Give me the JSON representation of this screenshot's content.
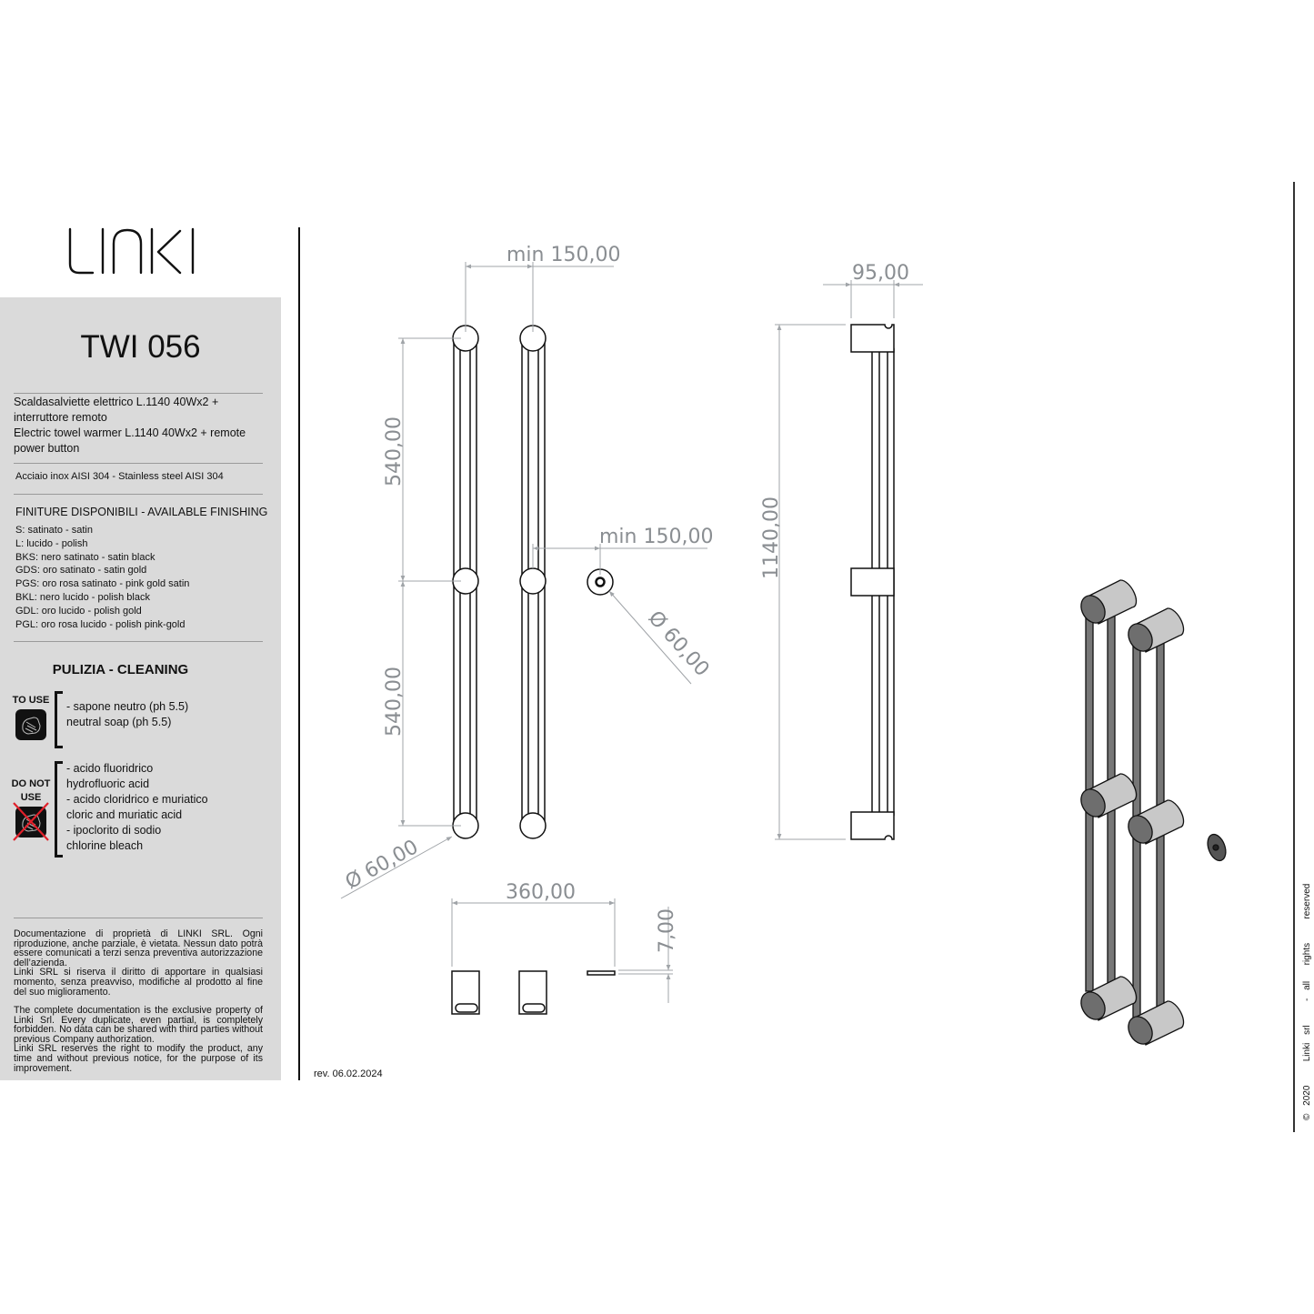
{
  "brand": {
    "logo_text": "LINKI"
  },
  "product": {
    "code": "TWI 056",
    "description_it": "Scaldasalviette elettrico L.1140 40Wx2 + interruttore remoto",
    "description_en": "Electric towel warmer L.1140 40Wx2 + remote power button",
    "material": "Acciaio inox AISI 304 - Stainless steel AISI 304"
  },
  "finishing": {
    "title": "FINITURE DISPONIBILI - AVAILABLE FINISHING",
    "items": [
      "S: satinato  - satin",
      "L: lucido  - polish",
      "BKS: nero satinato  - satin black",
      "GDS: oro satinato  - satin gold",
      "PGS: oro rosa satinato  - pink gold satin",
      "BKL: nero lucido - polish black",
      "GDL: oro lucido - polish gold",
      "PGL: oro rosa lucido - polish pink-gold"
    ]
  },
  "cleaning": {
    "title": "PULIZIA - CLEANING",
    "to_use_label": "TO USE",
    "to_use_icon": "hand-washing-icon",
    "to_use_items": [
      "- sapone neutro (ph 5.5)",
      "neutral soap (ph 5.5)"
    ],
    "do_not_use_label_1": "DO NOT",
    "do_not_use_label_2": "USE",
    "do_not_use_icon": "hand-washing-crossed-icon",
    "do_not_use_items": [
      "- acido fluoridrico",
      "hydrofluoric acid",
      "- acido cloridrico e muriatico",
      "cloric and muriatic acid",
      "- ipoclorito di sodio",
      "chlorine bleach"
    ]
  },
  "legal": {
    "it_1": "Documentazione di proprietà di LINKI SRL. Ogni riproduzione, anche parziale, è vietata. Nessun dato potrà essere comunicati a terzi senza preventiva autorizzazione dell’azienda.",
    "it_2": "Linki SRL si riserva il diritto di apportare in qualsiasi momento, senza preavviso, modifiche al prodotto al fine del suo miglioramento.",
    "en_1": "The complete documentation is the exclusive property of Linki Srl. Every duplicate, even partial, is completely forbidden. No data can be shared with third parties without previous Company authorization.",
    "en_2": "Linki SRL  reserves the right to modify the product, any time and without previous notice, for the purpose of its improvement."
  },
  "revision": "rev. 06.02.2024",
  "copyright": "© 2020   Linki srl   - all  rights   reserved",
  "dimensions": {
    "front_spacing_top": "min 150,00",
    "front_spacing_button": "min 150,00",
    "segment_upper": "540,00",
    "segment_lower": "540,00",
    "diameter_bar": "Ø 60,00",
    "diameter_button": "Ø 60,00",
    "total_width": "360,00",
    "button_thickness": "7,00",
    "depth": "95,00",
    "total_height": "1140,00"
  },
  "colors": {
    "panel_bg": "#dadada",
    "dimension_line": "#a0a4a8",
    "dimension_text": "#8a8e92",
    "outline": "#111111",
    "cross_red": "#e0202a"
  }
}
